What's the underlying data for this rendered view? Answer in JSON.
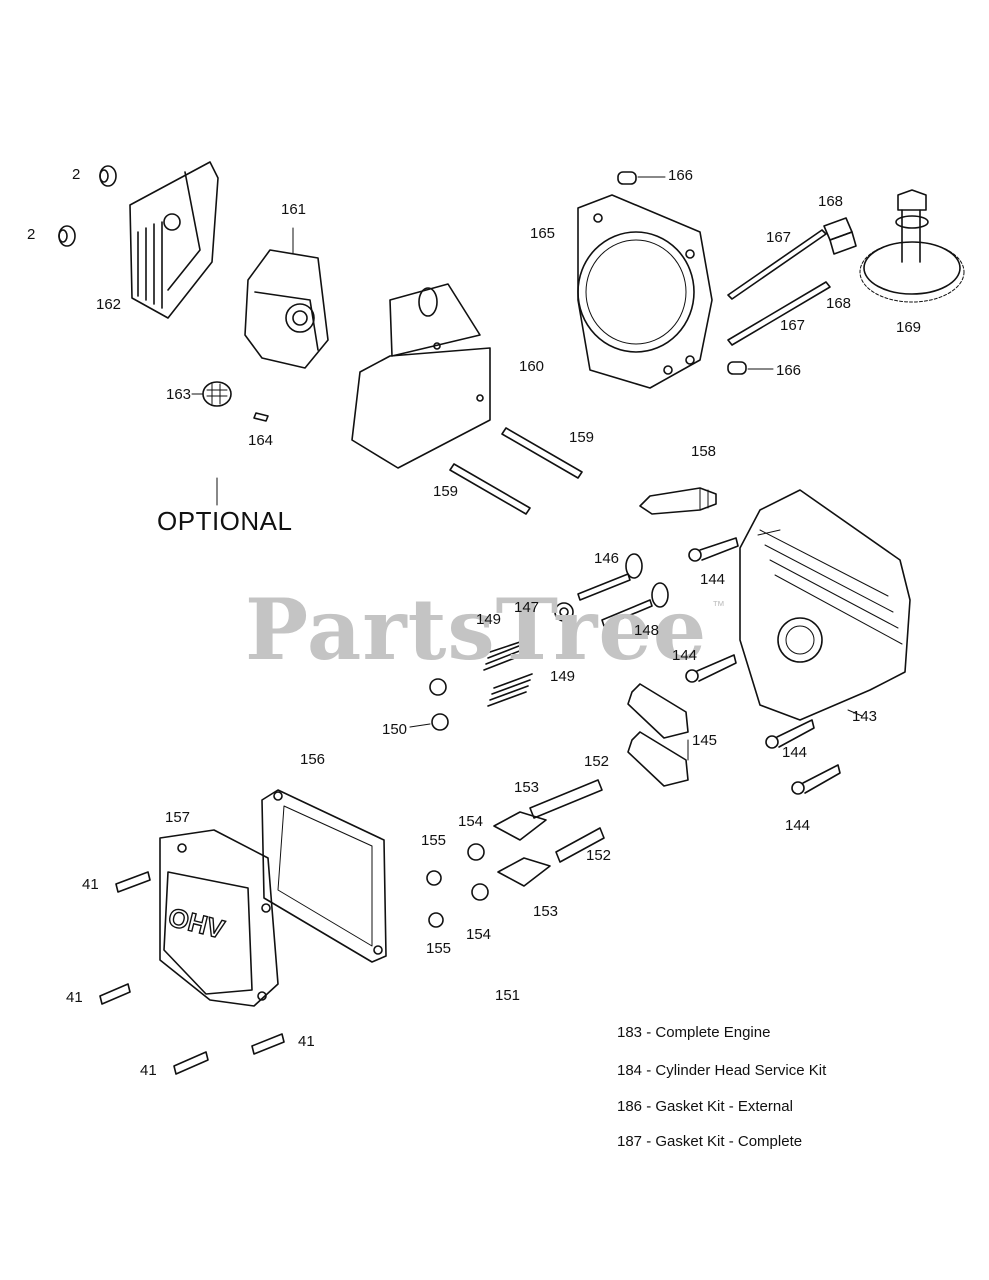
{
  "callouts": {
    "c2a": "2",
    "c2b": "2",
    "c161": "161",
    "c162": "162",
    "c163": "163",
    "c164": "164",
    "c165": "165",
    "c166a": "166",
    "c166b": "166",
    "c167a": "167",
    "c167b": "167",
    "c168a": "168",
    "c168b": "168",
    "c169": "169",
    "c160": "160",
    "c159a": "159",
    "c159b": "159",
    "c158": "158",
    "c146": "146",
    "c144a": "144",
    "c147": "147",
    "c148": "148",
    "c149a": "149",
    "c149b": "149",
    "c144b": "144",
    "c150": "150",
    "c143": "143",
    "c145": "145",
    "c144c": "144",
    "c144d": "144",
    "c156": "156",
    "c152a": "152",
    "c153a": "153",
    "c157": "157",
    "c154a": "154",
    "c155a": "155",
    "c152b": "152",
    "c41a": "41",
    "c153b": "153",
    "c154b": "154",
    "c155b": "155",
    "c151": "151",
    "c41b": "41",
    "c41c": "41",
    "c41d": "41"
  },
  "optional_label": "OPTIONAL",
  "valve_cover_text": "OHV",
  "kits": [
    "183 - Complete Engine",
    "184 - Cylinder Head Service Kit",
    "186 - Gasket Kit - External",
    "187 - Gasket Kit - Complete"
  ],
  "watermark": {
    "text": "PartsTree",
    "tm": "™"
  }
}
